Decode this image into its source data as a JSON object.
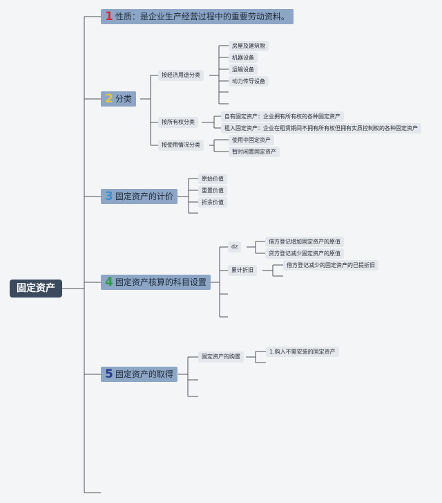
{
  "root": "固定资产",
  "branches": [
    {
      "num": "1",
      "num_color": "#d0303a",
      "label": "性质：是企业生产经营过程中的重要劳动资料。"
    },
    {
      "num": "2",
      "num_color": "#e8c53a",
      "label": "分类"
    },
    {
      "num": "3",
      "num_color": "#3a8fd0",
      "label": "固定资产的计价"
    },
    {
      "num": "4",
      "num_color": "#2d9a44",
      "label": "固定资产核算的科目设置"
    },
    {
      "num": "5",
      "num_color": "#223a8c",
      "label": "固定资产的取得"
    }
  ],
  "classification": {
    "by_use": {
      "label": "按经济用途分类",
      "items": [
        "房屋及建筑物",
        "机器设备",
        "运输设备",
        "动力传导设备"
      ]
    },
    "by_ownership": {
      "label": "按所有权分类",
      "items": [
        "自有固定资产：企业拥有所有权的各种固定资产",
        "租入固定资产：企业在租赁期间不拥有所有权但拥有实质控制权的各种固定资产"
      ]
    },
    "by_usage": {
      "label": "按使用情况分类",
      "items": [
        "使用中固定资产",
        "暂时闲置固定资产"
      ]
    }
  },
  "valuation": {
    "items": [
      "原始价值",
      "重置价值",
      "折余价值"
    ]
  },
  "accounts": {
    "dz": {
      "label": "dz",
      "items": [
        "借方登记增加固定资产的原值",
        "贷方登记减少固定资产的原值"
      ]
    },
    "depreciation": {
      "label": "累计折旧",
      "items": [
        "借方登记减少的固定资产的已提折旧"
      ]
    }
  },
  "acquisition": {
    "purchase": {
      "label": "固定资产的购置",
      "items": [
        "1.购入不需安装的固定资产"
      ]
    }
  }
}
